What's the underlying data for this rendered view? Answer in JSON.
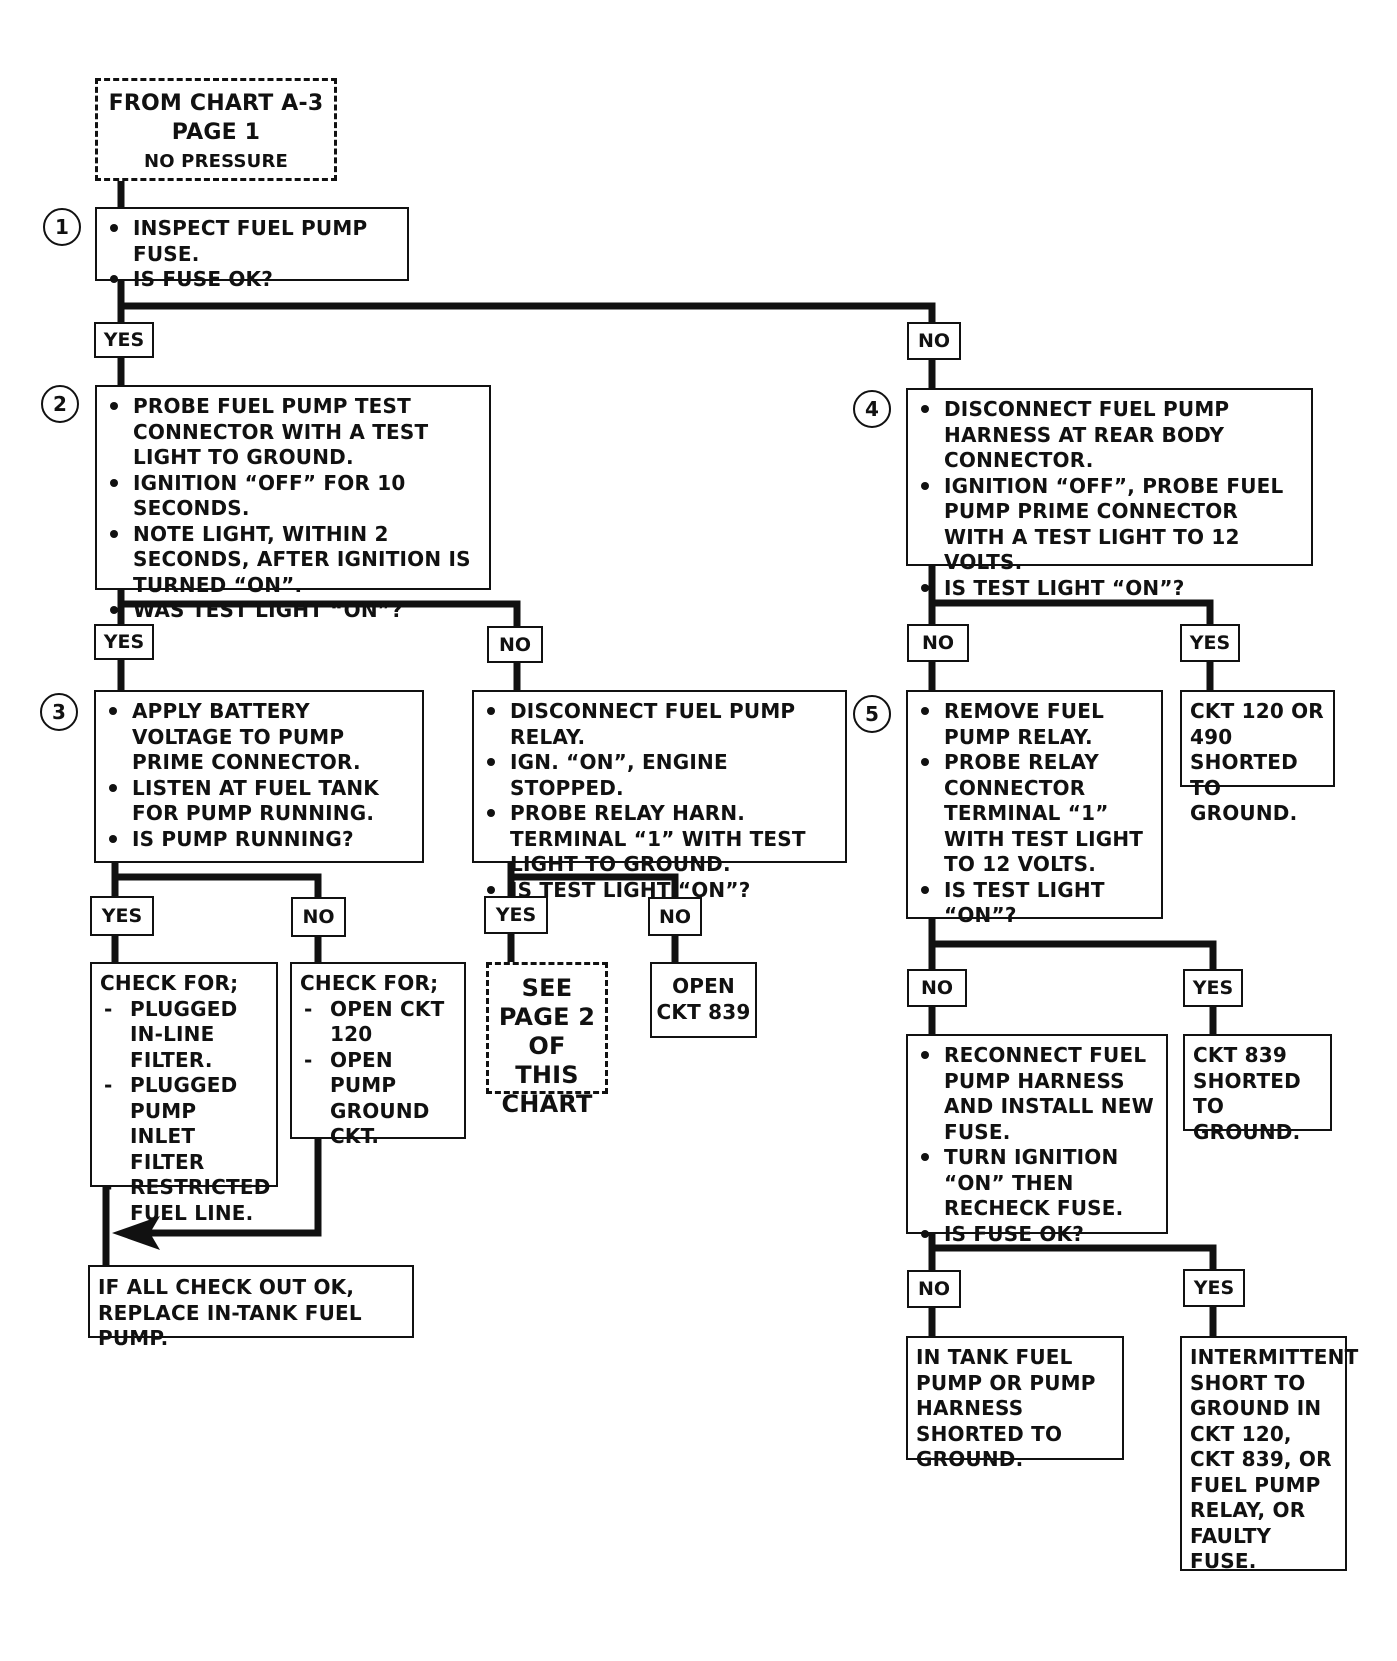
{
  "start": {
    "line1": "FROM CHART A-3",
    "line2": "PAGE 1",
    "line3": "NO PRESSURE"
  },
  "steps": {
    "s1": "1",
    "s2": "2",
    "s3": "3",
    "s4": "4",
    "s5": "5"
  },
  "box1": [
    "INSPECT FUEL PUMP FUSE.",
    "IS FUSE OK?"
  ],
  "box2": [
    "PROBE FUEL PUMP TEST CONNECTOR WITH A TEST LIGHT TO GROUND.",
    "IGNITION “OFF” FOR 10 SECONDS.",
    "NOTE LIGHT, WITHIN 2 SECONDS, AFTER IGNITION IS TURNED “ON”.",
    "WAS TEST LIGHT “ON”?"
  ],
  "box4": [
    "DISCONNECT FUEL PUMP HARNESS AT REAR BODY CONNECTOR.",
    "IGNITION “OFF”, PROBE FUEL PUMP PRIME CONNECTOR WITH A TEST LIGHT TO 12 VOLTS.",
    "IS TEST LIGHT “ON”?"
  ],
  "box3": [
    "APPLY BATTERY VOLTAGE TO PUMP PRIME CONNECTOR.",
    "LISTEN AT FUEL TANK FOR PUMP RUNNING.",
    "IS PUMP RUNNING?"
  ],
  "box_relay": [
    "DISCONNECT FUEL PUMP RELAY.",
    "IGN. “ON”, ENGINE STOPPED.",
    "PROBE RELAY HARN. TERMINAL “1” WITH TEST LIGHT TO GROUND.",
    "IS TEST LIGHT “ON”?"
  ],
  "box5": [
    "REMOVE FUEL PUMP RELAY.",
    "PROBE RELAY CONNECTOR TERMINAL “1” WITH TEST LIGHT TO 12 VOLTS.",
    "IS TEST LIGHT “ON”?"
  ],
  "ckt120": "CKT 120 OR 490 SHORTED TO GROUND.",
  "check_yes": {
    "title": "CHECK FOR;",
    "items": [
      "PLUGGED IN-LINE FILTER.",
      "PLUGGED PUMP INLET FILTER",
      "RESTRICTED FUEL LINE."
    ]
  },
  "check_no": {
    "title": "CHECK FOR;",
    "items": [
      "OPEN CKT 120",
      "OPEN PUMP GROUND CKT."
    ]
  },
  "see_page2": "SEE PAGE 2 OF THIS CHART",
  "open839": "OPEN CKT 839",
  "box_reconnect": [
    "RECONNECT FUEL PUMP HARNESS AND INSTALL NEW FUSE.",
    "TURN IGNITION “ON” THEN RECHECK FUSE.",
    "IS FUSE OK?"
  ],
  "ckt839": "CKT 839 SHORTED TO GROUND.",
  "replace": "IF ALL CHECK OUT OK, REPLACE IN-TANK FUEL PUMP.",
  "intank": "IN TANK FUEL PUMP OR PUMP HARNESS SHORTED TO GROUND.",
  "intermittent": "INTERMITTENT SHORT TO GROUND IN CKT 120, CKT 839, OR FUEL PUMP RELAY, OR FAULTY FUSE.",
  "labels": {
    "yes": "YES",
    "no": "NO"
  }
}
